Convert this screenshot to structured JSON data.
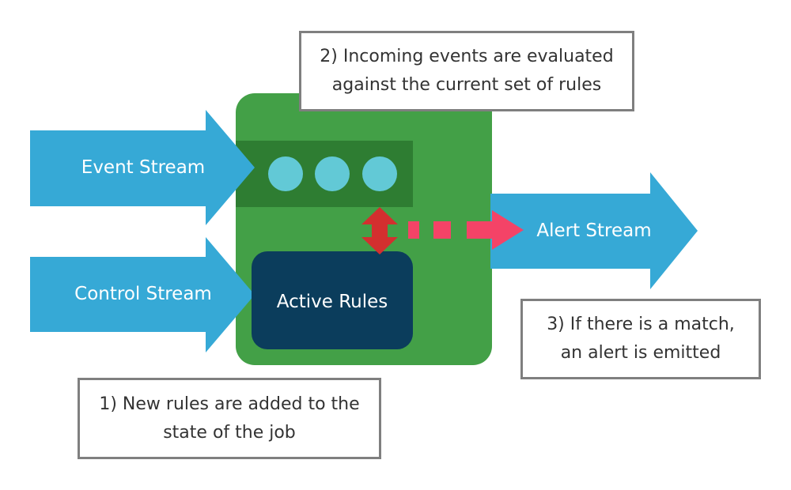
{
  "colors": {
    "stream_blue": "#36a9d6",
    "job_green": "#43a047",
    "events_band": "#2e7d32",
    "event_dot": "#62c9d6",
    "rules_box": "#0b3d5c",
    "evaluate_arrow": "#d32f2f",
    "emit_dashed": "#f44367",
    "note_border": "#7f7f7f"
  },
  "streams": {
    "event_stream": "Event Stream",
    "control_stream": "Control Stream",
    "alert_stream": "Alert Stream"
  },
  "job": {
    "active_rules": "Active Rules",
    "event_count": 3
  },
  "notes": {
    "step2": [
      "2) Incoming events are evaluated",
      "against the current set of rules"
    ],
    "step3": [
      "3) If there is a match,",
      "an alert is emitted"
    ],
    "step1": [
      "1) New rules are added to the",
      "state of the job"
    ]
  }
}
